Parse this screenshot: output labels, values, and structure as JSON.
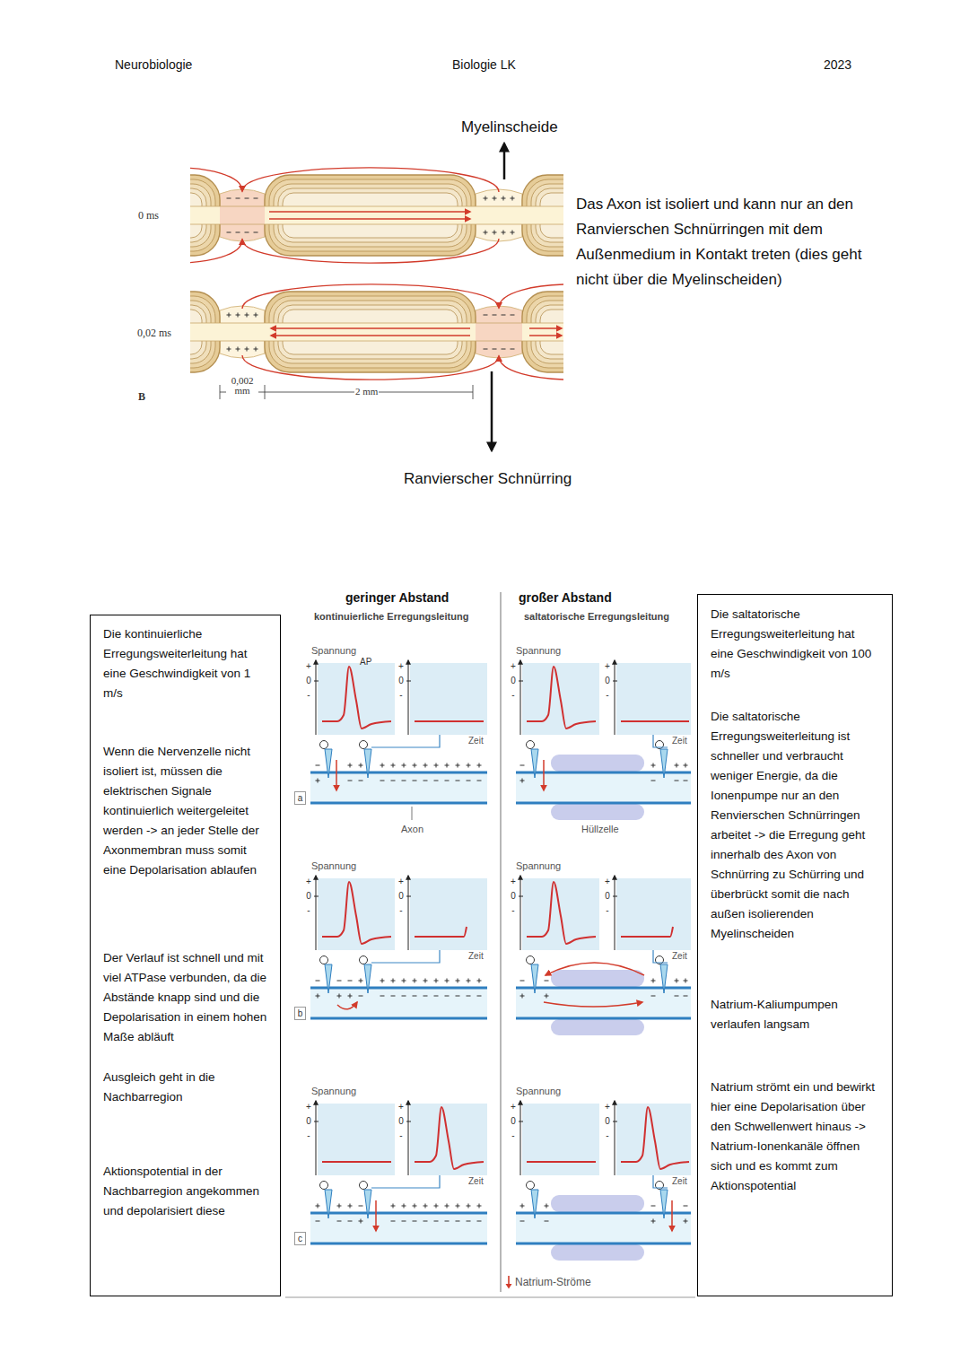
{
  "diagram": {
    "nodes": [
      {
        "text": [
          "Die kontinuierliche Erregungsweiterleitung hat eine Geschwindigkeit von 1 m/s",
          "Wenn die Nervenzelle nicht isoliert ist, müssen die elektrischen Signale kontinuierlich weitergeleitet werden -> an jeder Stelle der Axonmembran muss somit eine Depolarisation ablaufen",
          "Der Verlauf ist schnell und mit viel ATPase verbunden, da die Abstände knapp sind und die Depolarisation in einem hohen Maße abläuft",
          "Ausgleich geht in die Nachbarregion",
          "Aktionspotential in der Nachbarregion angekommen und depolarisiert diese"
        ]
      },
      {
        "text": [
          "Die saltatorische Erregungsweiterleitung hat eine Geschwindigkeit von 100 m/s",
          "Die saltatorische Erregungsweiterleitung ist schneller und verbraucht weniger Energie, da die Ionenpumpe nur an den Renvierschen Schnürringen arbeitet -> die Erregung geht innerhalb des Axon von Schnürring zu Schürring und überbrückt somit die nach außen isolierenden Myelinscheiden",
          "Natrium-Kaliumpumpen verlaufen langsam",
          "Natrium strömt ein und bewirkt hier eine Depolarisation über den Schwellenwert hinaus -> Natrium-Ionenkanäle öffnen sich und es kommt zum Aktionspotential"
        ]
      },
      {
        "text": [
          "a"
        ]
      },
      {
        "text": [
          "b"
        ]
      },
      {
        "text": [
          "c"
        ]
      }
    ],
    "labels": [
      "Neurobiologie",
      "Biologie LK",
      "2023",
      "Myelinscheide",
      "0 ms",
      "0,02 ms",
      "B",
      "0,002 mm",
      "2 mm",
      "Ranvierscher Schnürring",
      "Das Axon ist isoliert und kann nur an den Ranvierschen Schnürringen mit dem Außenmedium in Kontakt treten (dies geht nicht über die Myelinscheiden)",
      "geringer Abstand",
      "kontinuierliche Erregungsleitung",
      "großer Abstand",
      "saltatorische Erregungsleitung",
      "Spannung",
      "+",
      "0",
      "-",
      "+",
      "0",
      "-",
      "Zeit",
      "Spannung",
      "+",
      "0",
      "-",
      "+",
      "0",
      "-",
      "Zeit",
      "Spannung",
      "+",
      "0",
      "-",
      "+",
      "0",
      "-",
      "Zeit",
      "Spannung",
      "+",
      "0",
      "-",
      "+",
      "0",
      "-",
      "Zeit",
      "Spannung",
      "+",
      "0",
      "-",
      "+",
      "0",
      "-",
      "Zeit",
      "Spannung",
      "+",
      "0",
      "-",
      "+",
      "0",
      "-",
      "Zeit",
      "AP",
      "Axon",
      "Hüllzelle"
    ],
    "legend": [
      {
        "text": "Natrium-Ströme"
      }
    ]
  }
}
